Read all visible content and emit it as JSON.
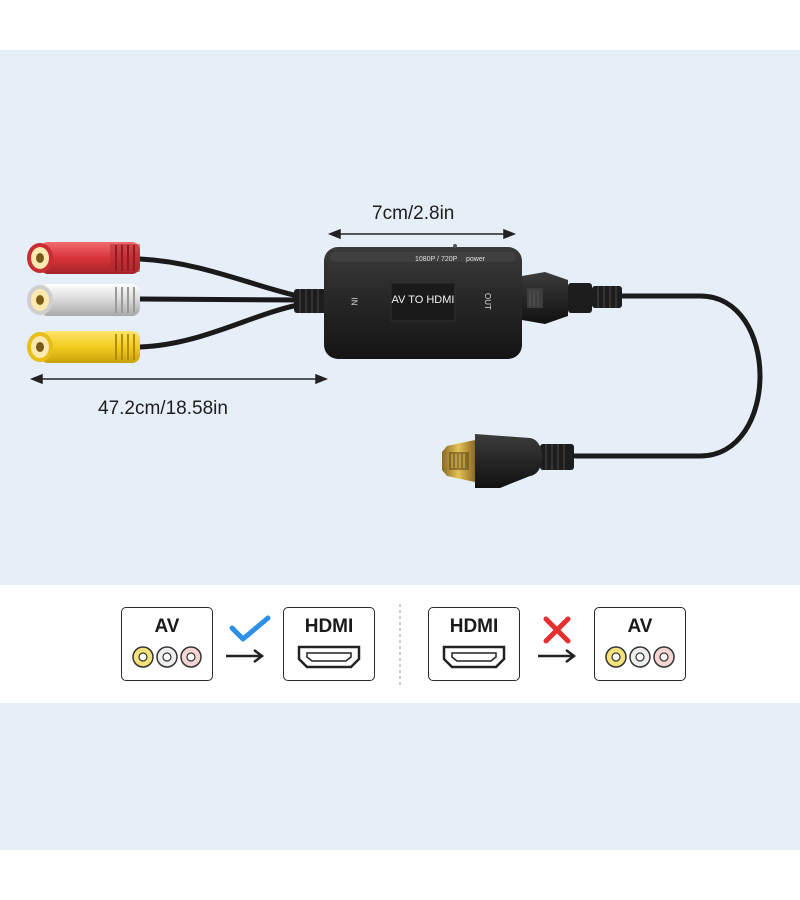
{
  "dimensions": {
    "adapter_width": "7cm/2.8in",
    "cable_length": "47.2cm/18.58in"
  },
  "adapter": {
    "label": "AV TO HDMI",
    "resolution": "1080P / 720P",
    "power": "power",
    "in_port": "IN",
    "out_port": "OUT"
  },
  "compatibility": {
    "supported": {
      "from": "AV",
      "to": "HDMI",
      "status_icon": "check-icon",
      "status_color": "#2d8fe6"
    },
    "unsupported": {
      "from": "HDMI",
      "to": "AV",
      "status_icon": "cross-icon",
      "status_color": "#e63030"
    }
  },
  "colors": {
    "background": "#e6eef8",
    "rca_red": "#d8343a",
    "rca_white": "#d9d9d9",
    "rca_yellow": "#f2cc1c",
    "hdmi_gold": "#c9a13b"
  }
}
